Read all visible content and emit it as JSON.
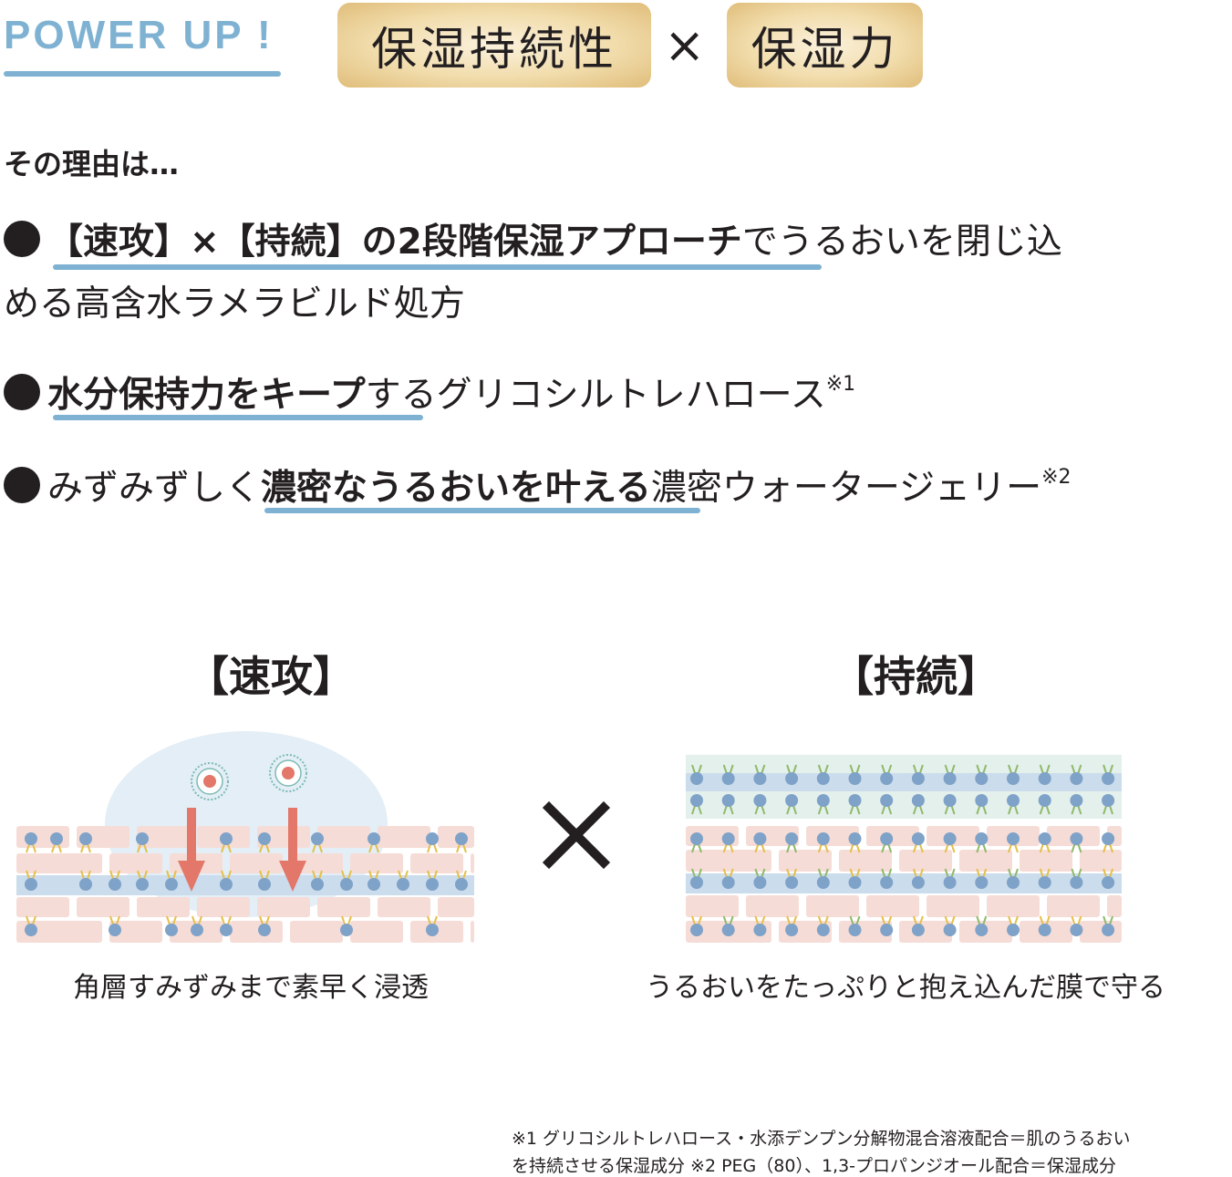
{
  "header": {
    "power_up": "POWER UP !",
    "badge_left": "保湿持続性",
    "times": "×",
    "badge_right": "保湿力"
  },
  "reason_heading": "その理由は…",
  "bullets": {
    "b1": {
      "highlight": "【速攻】×【持続】の2段階保湿アプローチ",
      "rest": "でうるおいを閉じ込",
      "line2": "める高含水ラメラビルド処方"
    },
    "b2": {
      "highlight": "水分保持力をキープ",
      "rest": "するグリコシルトレハロース",
      "mark": "※1"
    },
    "b3": {
      "lead": "みずみずしく",
      "highlight": "濃密なうるおいを叶える",
      "rest": "濃密ウォータージェリー",
      "mark": "※2"
    }
  },
  "diagrams": {
    "left": {
      "title": "【速攻】",
      "caption": "角層すみずみまで素早く浸透"
    },
    "right": {
      "title": "【持続】",
      "caption": "うるおいをたっぷりと抱え込んだ膜で守る"
    }
  },
  "colors": {
    "accent_blue": "#7fb2d2",
    "gold": "#e8cc92",
    "brick_pink": "#f6dcd7",
    "water_band": "#cbdcec",
    "lipid_head": "#7fa2c8",
    "lipid_tail_yellow": "#e4c04a",
    "lipid_tail_green": "#8fba6a",
    "arrow_red": "#e2776a",
    "text": "#231f20"
  },
  "footnotes": {
    "note1": "※1 グリコシルトレハロース・水添デンプン分解物混合溶液配合＝肌のうるおい",
    "note2": "を持続させる保湿成分 ※2 PEG（80）、1,3-プロパンジオール配合＝保湿成分"
  }
}
